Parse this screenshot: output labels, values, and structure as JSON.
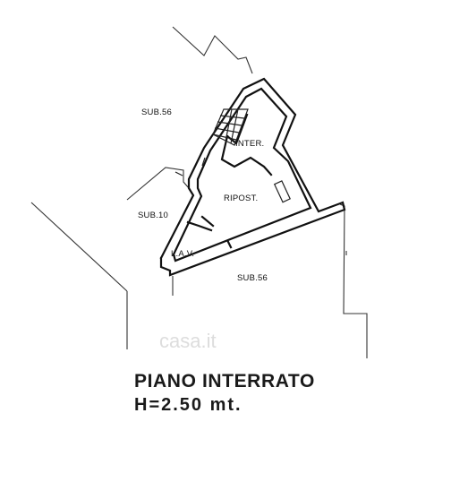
{
  "plan": {
    "labels": {
      "sub56_top": "SUB.56",
      "inter": "INTER.",
      "ripost": "RIPOST.",
      "sub10": "SUB.10",
      "lav": "L.A.V.",
      "sub56_bottom": "SUB.56"
    },
    "title": "PIANO INTERRATO",
    "height_note": "H=2.50 mt.",
    "watermark": "casa.it"
  }
}
